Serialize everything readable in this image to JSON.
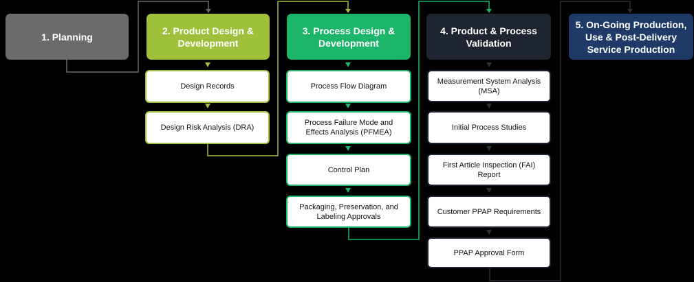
{
  "phases": [
    {
      "title": "1. Planning",
      "color": "#6b6b6b",
      "steps": []
    },
    {
      "title": "2. Product Design & Development",
      "color": "#9fc03b",
      "steps": [
        "Design Records",
        "Design Risk Analysis (DRA)"
      ]
    },
    {
      "title": "3. Process Design & Development",
      "color": "#1cb56a",
      "steps": [
        "Process Flow Diagram",
        "Process Failure Mode and Effects Analysis (PFMEA)",
        "Control Plan",
        "Packaging, Preservation, and Labeling Approvals"
      ]
    },
    {
      "title": "4. Product & Process Validation",
      "color": "#1e2530",
      "steps": [
        "Measurement System Analysis (MSA)",
        "Initial Process Studies",
        "First Article Inspection (FAI) Report",
        "Customer PPAP Requirements",
        "PPAP Approval Form"
      ]
    },
    {
      "title": "5. On-Going Production, Use & Post-Delivery Service Production",
      "color": "#1f3a66",
      "steps": []
    }
  ]
}
